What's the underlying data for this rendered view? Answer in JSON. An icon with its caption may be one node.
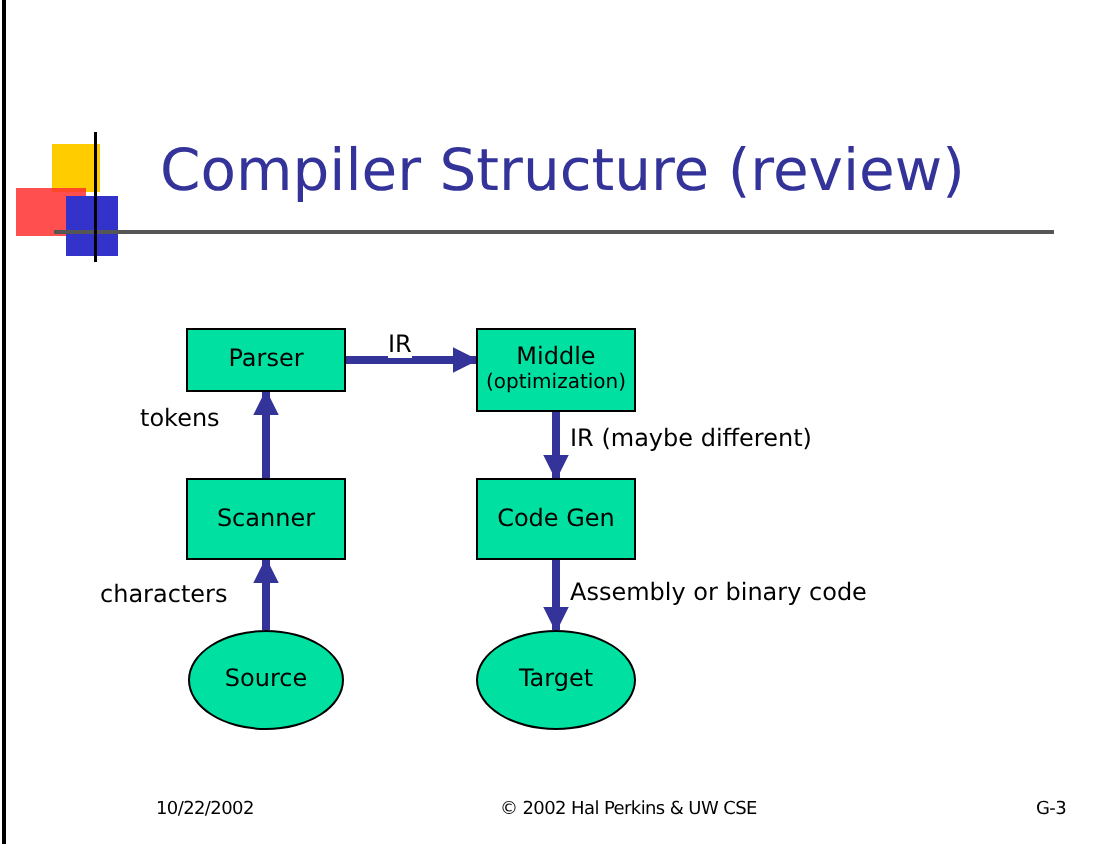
{
  "diagram": {
    "title": "Compiler Structure (review)",
    "nodes": [
      {
        "text": [
          "Parser"
        ]
      },
      {
        "text": [
          "Middle",
          "(optimization)"
        ]
      },
      {
        "text": [
          "Scanner"
        ]
      },
      {
        "text": [
          "Code Gen"
        ]
      },
      {
        "text": [
          "Source"
        ]
      },
      {
        "text": [
          "Target"
        ]
      }
    ],
    "edges": [
      {
        "from": 4,
        "to": 2,
        "arrow": "to",
        "label": "characters"
      },
      {
        "from": 2,
        "to": 0,
        "arrow": "to",
        "label": "tokens"
      },
      {
        "from": 0,
        "to": 1,
        "arrow": "to",
        "label": "IR"
      },
      {
        "from": 1,
        "to": 3,
        "arrow": "to",
        "label": "IR (maybe different)"
      },
      {
        "from": 3,
        "to": 5,
        "arrow": "to",
        "label": "Assembly or binary code"
      }
    ],
    "labels": [
      "10/22/2002",
      "© 2002 Hal Perkins & UW CSE",
      "G-3"
    ]
  }
}
